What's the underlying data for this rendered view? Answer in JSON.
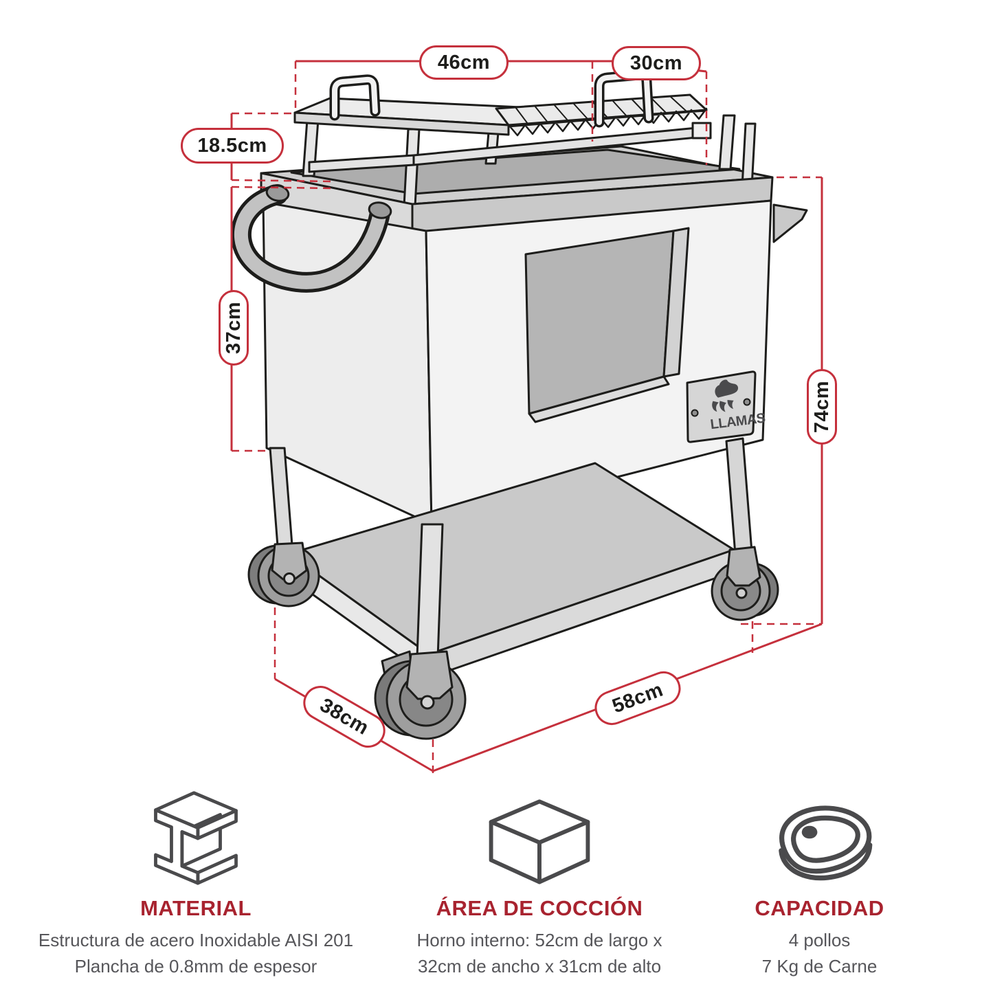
{
  "accent_red": "#c5303c",
  "title_red": "#a8232f",
  "ink_color": "#1d1d1b",
  "body_text_color": "#56565a",
  "brand_plate": "LLAMAS",
  "dimension_labels": {
    "top_width": "46cm",
    "grill_depth": "30cm",
    "upper_rack_height": "18.5cm",
    "body_height": "37cm",
    "total_height": "74cm",
    "base_depth": "38cm",
    "base_length": "58cm"
  },
  "specs": [
    {
      "icon": "steel-beam-icon",
      "title": "MATERIAL",
      "lines": [
        "Estructura de acero Inoxidable AISI 201",
        "Plancha de 0.8mm de espesor"
      ]
    },
    {
      "icon": "cube-icon",
      "title": "ÁREA DE COCCIÓN",
      "lines": [
        "Horno interno: 52cm de largo x",
        "32cm de ancho x 31cm de alto"
      ]
    },
    {
      "icon": "steak-icon",
      "title": "CAPACIDAD",
      "lines": [
        "4 pollos",
        "7 Kg de Carne"
      ]
    }
  ]
}
